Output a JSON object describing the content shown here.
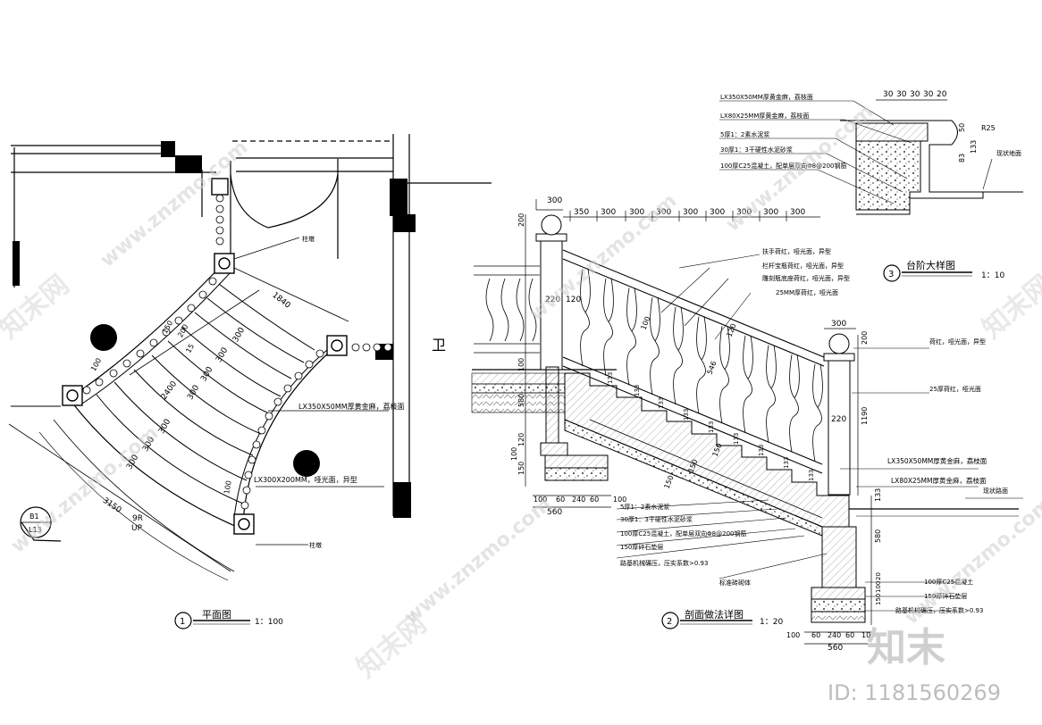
{
  "plan": {
    "title": "平面图",
    "number": "1",
    "scale": "1：100",
    "labels": {
      "pillar_top": "柱墩",
      "pillar_bottom": "柱墩",
      "handrail_note": "LX350X50MM厚黄金麻，荔枝面",
      "pier_note": "LX300X200MM，哑光面，异型",
      "steps": "9R",
      "up": "UP",
      "detail_bubble_top": "B1",
      "detail_bubble_bottom": "L13",
      "room_char": "卫"
    },
    "dims": {
      "tread1": "300",
      "tread2": "300",
      "tread3": "300",
      "tread4": "300",
      "tread5": "300",
      "tread6": "300",
      "tread7": "300",
      "stair_width": "2400",
      "top_radius": "1840",
      "outer_arc": "3150",
      "d100a": "100",
      "d100b": "100",
      "d150": "150",
      "d15": "15",
      "d200": "200"
    }
  },
  "section": {
    "title": "剖面做法详图",
    "number": "2",
    "scale": "1：20",
    "top_dims": [
      "300",
      "350",
      "300",
      "300",
      "300",
      "300",
      "300",
      "300",
      "300",
      "300"
    ],
    "dim_200_top": "200",
    "dim_220": "220",
    "dim_120": "120",
    "dim_100": "100",
    "dim_580": "580",
    "dim_120b": "120",
    "dim_100b": "100",
    "dim_150b": "150",
    "bottom_dims": [
      "100",
      "60",
      "240",
      "60",
      "100"
    ],
    "bottom_total": "560",
    "risers": [
      "133",
      "133",
      "133",
      "133",
      "133",
      "133",
      "133",
      "133",
      "133"
    ],
    "slope_dims": [
      "150",
      "150",
      "150"
    ],
    "baluster_dims": [
      "100",
      "546",
      "120"
    ],
    "right_post_top": "300",
    "right_post_h1": "200",
    "right_post_h2": "220",
    "right_post_h3": "1190",
    "right_133": "133",
    "right_580": "580",
    "right_20": "20",
    "right_100": "100",
    "right_150": "150",
    "right_bottom_dims": [
      "100",
      "60",
      "240",
      "60",
      "100"
    ],
    "right_bottom_total": "560",
    "leaders": {
      "rail_cap": "扶手荷红，哑光面，异型",
      "baluster": "栏杆宝瓶荷红，哑光面，异型",
      "base_rail": "雕刻瓶底座荷红，哑光面，异型",
      "rail_25": "25MM厚荷红，哑光面",
      "post_cap": "荷红，哑光面，异型",
      "post_25": "25厚荷红，哑光面",
      "tread_350": "LX350X50MM厚黄金麻，荔枝面",
      "riser_80": "LX80X25MM厚黄金麻，荔枝面",
      "existing": "现状路面",
      "l1": "5厚1：2素水泥浆",
      "l2": "30厚1：3干硬性水泥砂浆",
      "l3": "100厚C25混凝土，配单层双向Φ8@200钢筋",
      "l4": "150厚碎石垫层",
      "l5": "路基机械碾压，压实系数>0.93",
      "brick": "标准砖砌体",
      "r1": "100厚C25混凝土",
      "r2": "150厚碎石垫层",
      "r3": "路基机械碾压，压实系数>0.93"
    }
  },
  "detail": {
    "title": "台阶大样图",
    "number": "3",
    "scale": "1：10",
    "notes": [
      "LX350X50MM厚黄金麻，荔枝面",
      "LX80X25MM厚黄金麻，荔枝面",
      "5厚1：2素水泥浆",
      "30厚1：3干硬性水泥砂浆",
      "100厚C25混凝土，配单层双向Φ8@200钢筋"
    ],
    "top_dims": [
      "30",
      "30",
      "30",
      "30",
      "20"
    ],
    "d50": "50",
    "d83": "83",
    "d133": "133",
    "r25": "R25",
    "existing": "现状地面"
  },
  "watermark": {
    "url_text": "www.znzmo.com",
    "brand": "知末网",
    "logo": "知末",
    "id_label": "ID: 1181560269"
  }
}
